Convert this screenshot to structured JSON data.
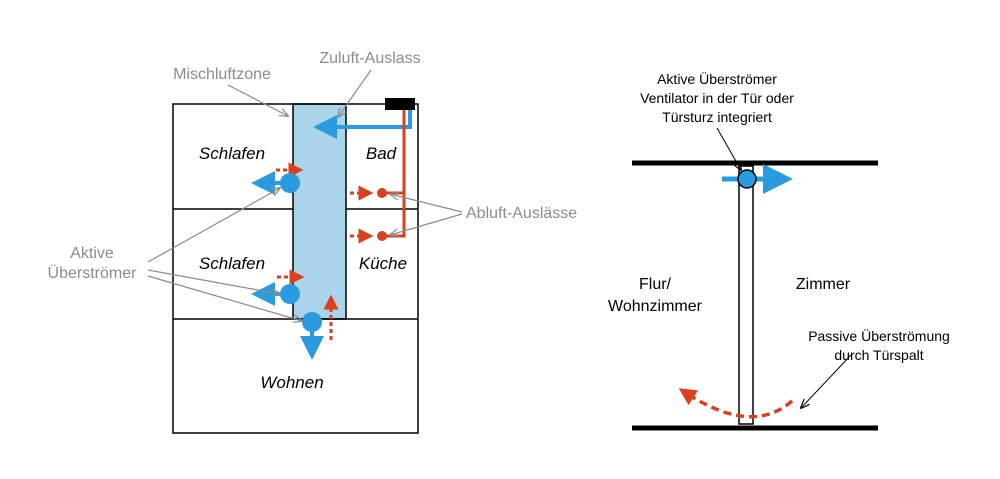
{
  "left": {
    "labels": {
      "mischluftzone": "Mischluftzone",
      "zuluft_auslass": "Zuluft-Auslass",
      "abluft_auslaesse": "Abluft-Auslässe",
      "aktive_line1": "Aktive",
      "aktive_line2": "Überströmer"
    },
    "rooms": {
      "schlafen_top": "Schlafen",
      "bad": "Bad",
      "schlafen_bottom": "Schlafen",
      "kueche": "Küche",
      "wohnen": "Wohnen"
    }
  },
  "right": {
    "top_label_line1": "Aktive Überströmer",
    "top_label_line2": "Ventilator in der Tür oder",
    "top_label_line3": "Türsturz integriert",
    "flur_line1": "Flur/",
    "flur_line2": "Wohnzimmer",
    "zimmer": "Zimmer",
    "passive_line1": "Passive Überströmung",
    "passive_line2": "durch Türspalt"
  },
  "colors": {
    "blue": "#2b9be0",
    "red": "#d9401f",
    "zone": "#a9d4ea",
    "gray_text": "#8c8c8c"
  }
}
